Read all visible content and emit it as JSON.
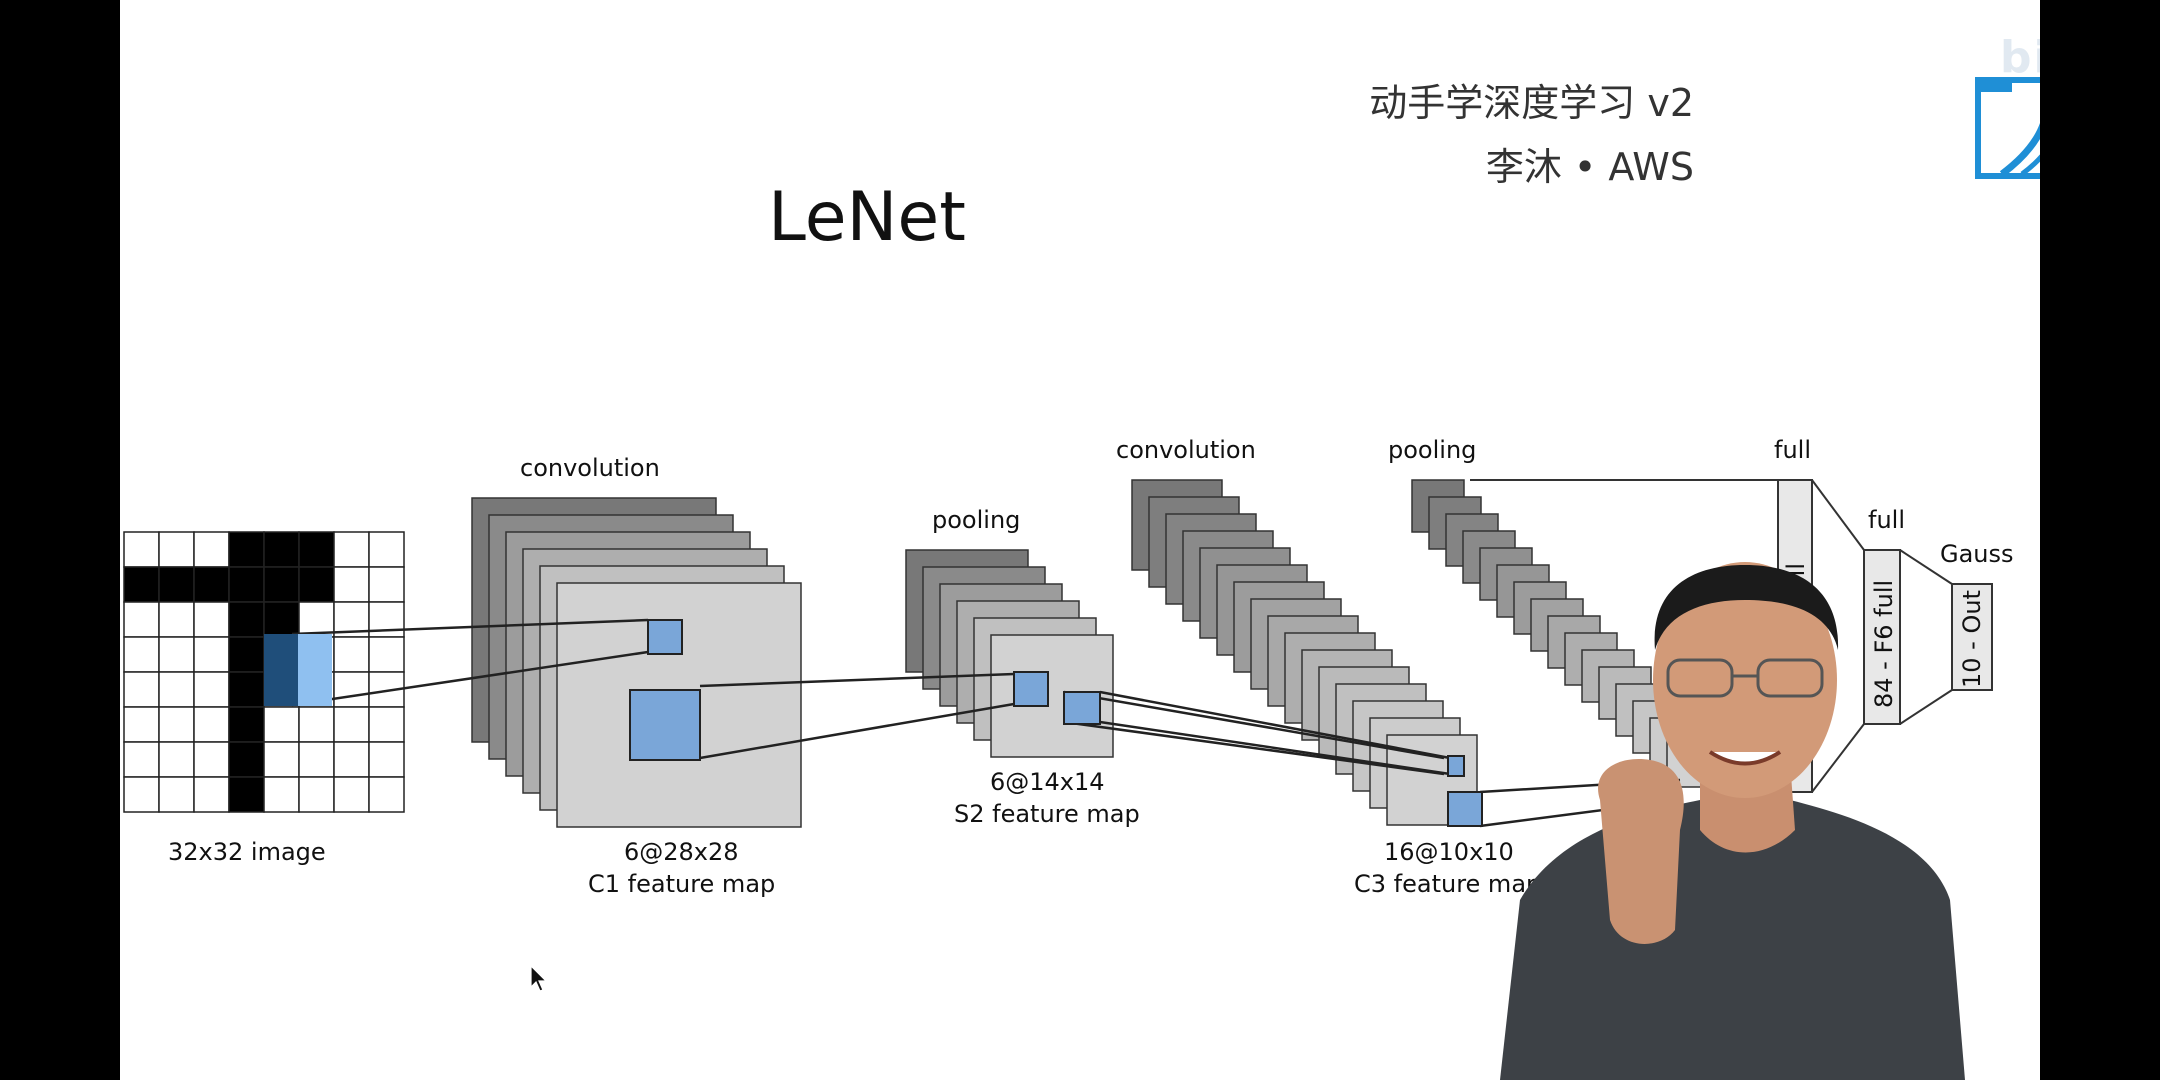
{
  "slide": {
    "title": "LeNet",
    "brand": {
      "line1": "动手学深度学习 v2",
      "line2": "李沐 • AWS"
    },
    "watermark": "bilibili"
  },
  "diagram": {
    "layer_labels": {
      "conv1": "convolution",
      "pool1": "pooling",
      "conv2": "convolution",
      "pool2": "pooling",
      "full1": "full",
      "full2": "full",
      "gauss": "Gauss"
    },
    "captions": {
      "input": "32x32 image",
      "c1_size": "6@28x28",
      "c1_name": "C1 feature map",
      "s2_size": "6@14x14",
      "s2_name": "S2 feature map",
      "c3_size": "16@10x10",
      "c3_name": "C3 feature map"
    },
    "vertical_labels": {
      "full1": "full",
      "f6": "84 - F6 full",
      "out": "10 - Out"
    }
  },
  "colors": {
    "highlight_blue": "#7aa6d8",
    "dark_blue": "#1f4e7a",
    "feature_gray": "#c9c9c9",
    "logo_blue": "#1f8fd6"
  }
}
